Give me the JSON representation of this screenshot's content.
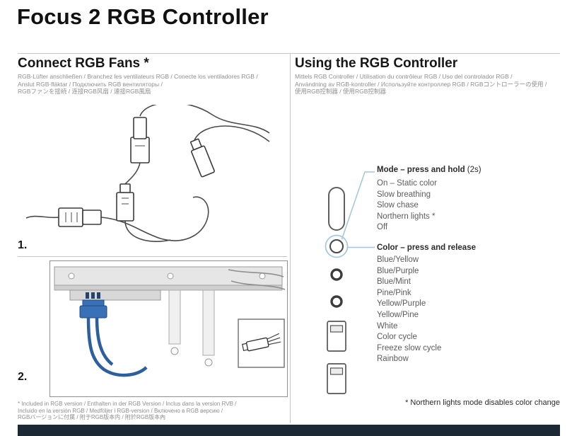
{
  "page": {
    "title": "Focus 2 RGB Controller"
  },
  "left": {
    "heading": "Connect RGB Fans *",
    "subtitle_lines": [
      "RGB-Lüfter anschließen / Branchez les ventilateurs RGB / Conecte los ventiladores RGB /",
      "Anslut RGB-fläktar / Подключить RGB вентиляторы /",
      "RGBファンを接続 / 连接RGB风扇 / 連接RGB風扇"
    ],
    "step1_label": "1.",
    "step2_label": "2.",
    "footnote_lines": [
      "* Included in RGB version / Enthalten in der RGB Version / Inclus dans la version RVB /",
      "Incluido en la versión RGB / Medföljer i RGB-version / Включено в RGB версию /",
      "RGBバージョンに付属 / 附于RGB版本内 / 附於RGB版本內"
    ]
  },
  "right": {
    "heading": "Using the RGB Controller",
    "subtitle_lines": [
      "Mittels RGB Controller / Utilisation du contrôleur RGB / Uso del controlador RGB /",
      "Användning av RGB-kontroller / Используйте контроллер RGB / RGBコントローラーの使用 /",
      "使用RGB控制器 / 使用RGB控制器"
    ],
    "mode": {
      "label_bold": "Mode – press and hold",
      "label_suffix": " (2s)",
      "options": [
        "On – Static color",
        "Slow breathing",
        "Slow chase",
        "Northern lights *",
        "Off"
      ]
    },
    "color": {
      "label_bold": "Color – press and release",
      "options": [
        "Blue/Yellow",
        "Blue/Purple",
        "Blue/Mint",
        "Pine/Pink",
        "Yellow/Purple",
        "Yellow/Pine",
        "White",
        "Color cycle",
        "Freeze slow cycle",
        "Rainbow"
      ]
    },
    "footnote": "* Northern lights mode disables color change"
  },
  "icons": {
    "power-button-icon": "stadium-outline",
    "rgb-button-icon": "circle-outline",
    "audio-jack-icon": "thick-ring",
    "usb-port-icon": "usb-a-outline",
    "rgb-connector-icon": "blue-3pin-connector"
  },
  "colors": {
    "accent_blue": "#3a70b5",
    "cable_blue": "#2d5f9e",
    "callout_blue": "#a3c8de",
    "rule_grey": "#c8c8c8",
    "subtitle_grey": "#8f8f8f",
    "list_grey": "#5c5c5c",
    "footer_bar": "#1d2835"
  }
}
